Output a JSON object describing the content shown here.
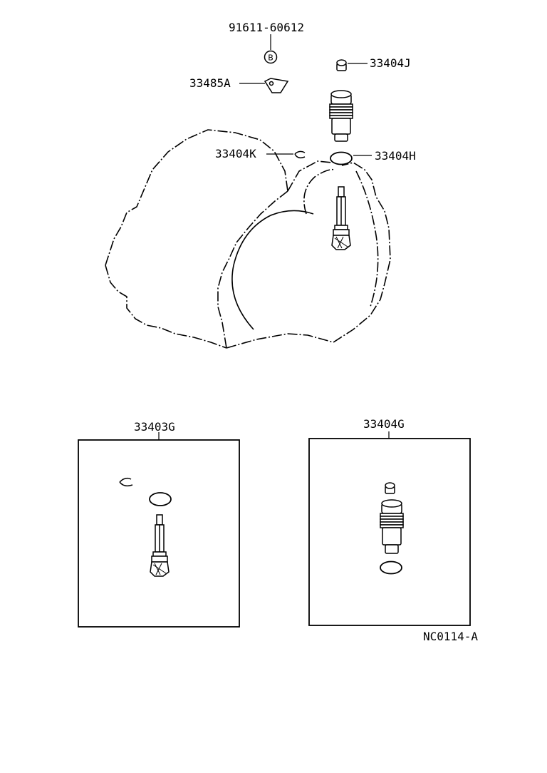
{
  "labels": {
    "bolt": "91611-60612",
    "bolt_marker": "B",
    "plate": "33485A",
    "cap": "33404J",
    "clip": "33404K",
    "oring": "33404H",
    "kit_gear": "33403G",
    "kit_sleeve": "33404G",
    "drawing_code": "NC0114-A"
  }
}
